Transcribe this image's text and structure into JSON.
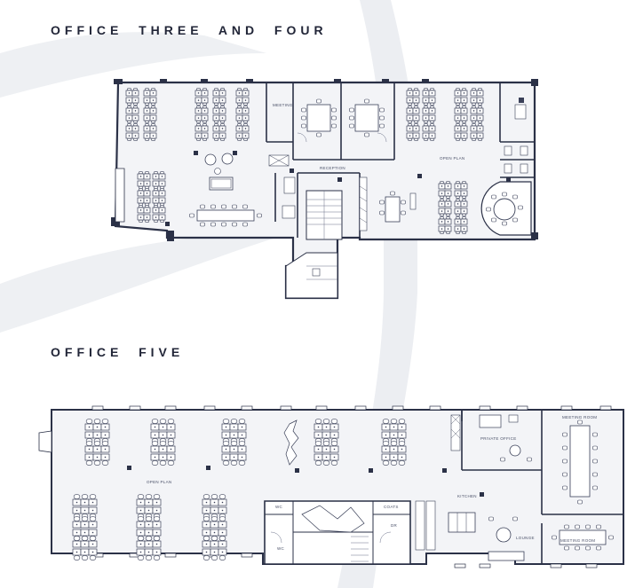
{
  "headings": {
    "office_three_four": "OFFICE  THREE  AND  FOUR",
    "office_five": "OFFICE  FIVE"
  },
  "labels_34": {
    "meeting": "MEETING",
    "reception": "RECEPTION",
    "open_plan": "OPEN PLAN"
  },
  "labels_5": {
    "open_plan": "OPEN PLAN",
    "kitchen": "KITCHEN",
    "private_office": "PRIVATE OFFICE",
    "meeting_room_1": "MEETING ROOM",
    "meeting_room_2": "MEETING ROOM",
    "lounge": "LOUNGE",
    "wc_1": "WC",
    "wc_2": "WC",
    "coats": "COATS",
    "dr": "DR"
  },
  "colors": {
    "wall": "#2b3147",
    "line": "#6a7088",
    "floor": "#f3f4f7",
    "swoosh": "#eceef2"
  }
}
